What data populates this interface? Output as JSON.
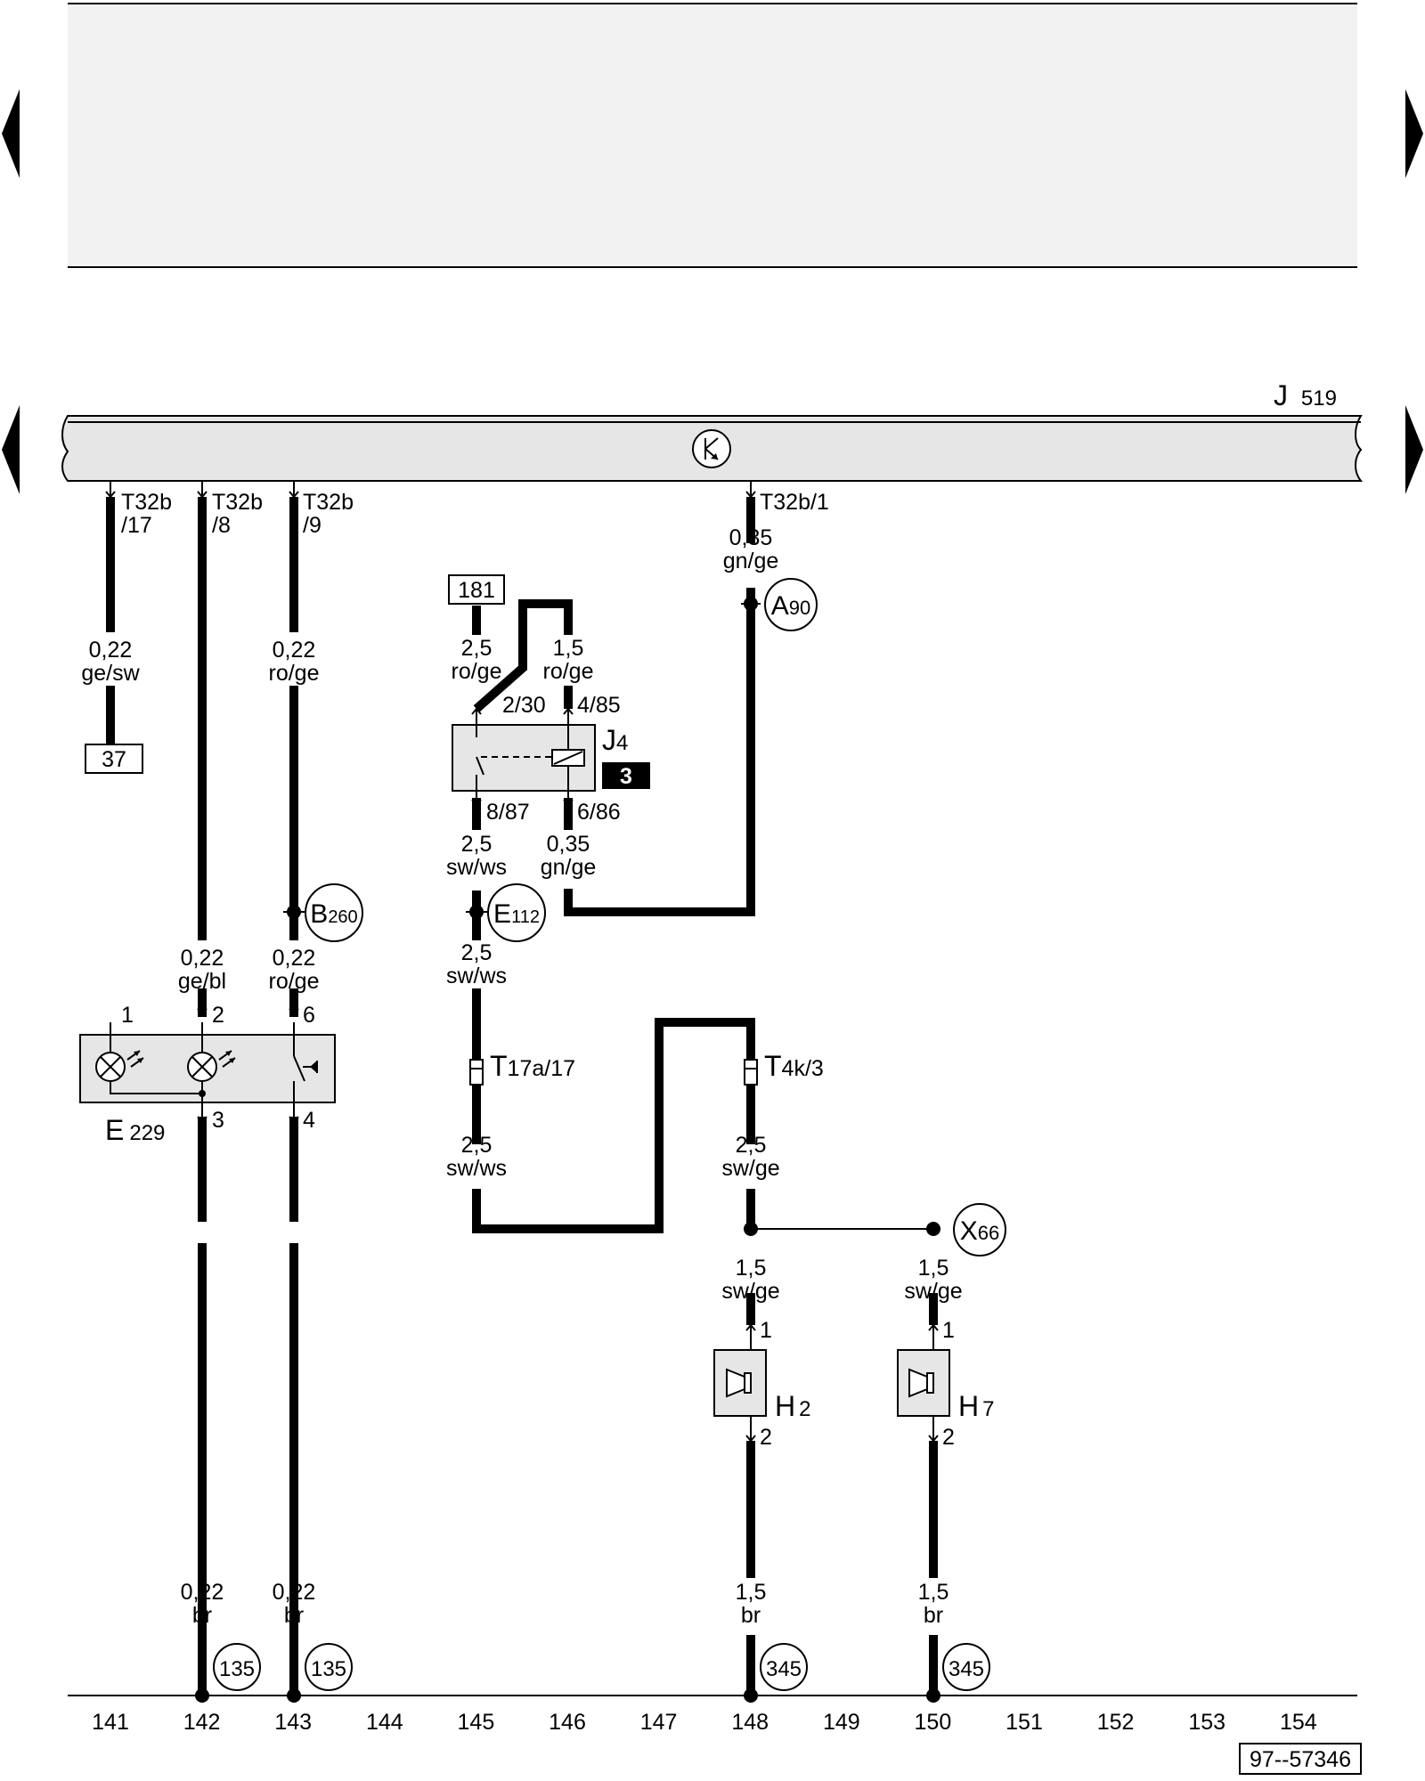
{
  "nav": {
    "arrow_color": "#000000",
    "page_prev_icon": "triangle-left-icon",
    "page_next_icon": "triangle-right-icon"
  },
  "top_panel": {
    "fill": "#f2f2f2"
  },
  "control_unit": {
    "name": "J",
    "number": "519",
    "symbol": "transistor-icon"
  },
  "pins": {
    "t32b_17": [
      "T32b",
      "/17"
    ],
    "t32b_8": [
      "T32b",
      "/8"
    ],
    "t32b_9": [
      "T32b",
      "/9"
    ],
    "t32b_1": "T32b/1",
    "j4_30": "2/30",
    "j4_85": "4/85",
    "j4_87": "8/87",
    "j4_86": "6/86",
    "e229_1": "1",
    "e229_2": "2",
    "e229_6": "6",
    "e229_3": "3",
    "e229_4": "4",
    "h2_1": "1",
    "h2_2": "2",
    "h7_1": "1",
    "h7_2": "2"
  },
  "wires": {
    "w141": [
      "0,22",
      "ge/sw"
    ],
    "w143a": [
      "0,22",
      "ro/ge"
    ],
    "w142b": [
      "0,22",
      "ge/bl"
    ],
    "w143b": [
      "0,22",
      "ro/ge"
    ],
    "w142c": [
      "0,22",
      "br"
    ],
    "w143c": [
      "0,22",
      "br"
    ],
    "w145a": [
      "2,5",
      "ro/ge"
    ],
    "w146a": [
      "1,5",
      "ro/ge"
    ],
    "w145b": [
      "2,5",
      "sw/ws"
    ],
    "w146b": [
      "0,35",
      "gn/ge"
    ],
    "w145c": [
      "2,5",
      "sw/ws"
    ],
    "w145d": [
      "2,5",
      "sw/ws"
    ],
    "w148a": [
      "0,35",
      "gn/ge"
    ],
    "w148b": [
      "2,5",
      "sw/ge"
    ],
    "w148c": [
      "1,5",
      "sw/ge"
    ],
    "w150c": [
      "1,5",
      "sw/ge"
    ],
    "w148d": [
      "1,5",
      "br"
    ],
    "w150d": [
      "1,5",
      "br"
    ]
  },
  "refs": {
    "r37": "37",
    "r181": "181"
  },
  "relay": {
    "name": "J",
    "number": "4",
    "badge": "3"
  },
  "switch_unit": {
    "name": "E",
    "number": "229"
  },
  "connectors": {
    "t17a": {
      "name": "T",
      "suffix": "17a/17"
    },
    "t4k": {
      "name": "T",
      "suffix": "4k/3"
    }
  },
  "horns": {
    "h2": {
      "name": "H",
      "number": "2"
    },
    "h7": {
      "name": "H",
      "number": "7"
    }
  },
  "splices": {
    "a90": {
      "letter": "A",
      "number": "90"
    },
    "b260": {
      "letter": "B",
      "number": "260"
    },
    "e112": {
      "letter": "E",
      "number": "112"
    },
    "x66": {
      "letter": "X",
      "number": "66"
    }
  },
  "grounds": [
    "135",
    "135",
    "345",
    "345"
  ],
  "current_tracks": [
    "141",
    "142",
    "143",
    "144",
    "145",
    "146",
    "147",
    "148",
    "149",
    "150",
    "151",
    "152",
    "153",
    "154"
  ],
  "diagram_id": "97--57346"
}
